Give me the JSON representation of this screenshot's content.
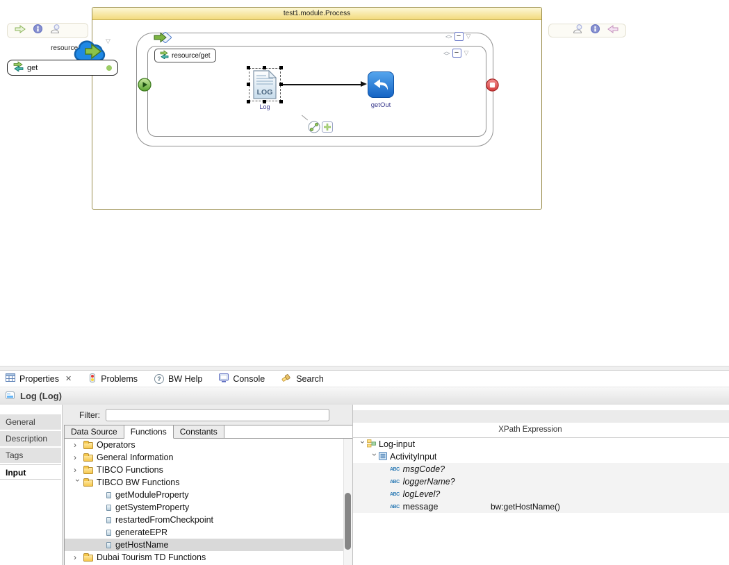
{
  "process_editor": {
    "title": "test1.module.Process",
    "resource_label": "resource",
    "component_label": "get",
    "scope_label": "resource/get",
    "log_icon_text": "LOG",
    "activities": {
      "log": "Log",
      "getout": "getOut"
    }
  },
  "view_tabs": {
    "properties": "Properties",
    "problems": "Problems",
    "bw_help": "BW Help",
    "console": "Console",
    "search": "Search"
  },
  "properties_view": {
    "header": "Log (Log)",
    "sidebar": [
      {
        "label": "General"
      },
      {
        "label": "Description"
      },
      {
        "label": "Tags"
      },
      {
        "label": "Input",
        "selected": true
      }
    ],
    "filter_label": "Filter:",
    "filter_value": "",
    "source_tabs": [
      {
        "label": "Data Source"
      },
      {
        "label": "Functions",
        "selected": true
      },
      {
        "label": "Constants"
      }
    ],
    "function_tree": [
      {
        "label": "Operators",
        "kind": "folder",
        "expanded": false
      },
      {
        "label": "General Information",
        "kind": "folder",
        "expanded": false
      },
      {
        "label": "TIBCO Functions",
        "kind": "folder",
        "expanded": false
      },
      {
        "label": "TIBCO BW Functions",
        "kind": "folder",
        "expanded": true
      },
      {
        "label": "getModuleProperty",
        "kind": "function"
      },
      {
        "label": "getSystemProperty",
        "kind": "function"
      },
      {
        "label": "restartedFromCheckpoint",
        "kind": "function"
      },
      {
        "label": "generateEPR",
        "kind": "function"
      },
      {
        "label": "getHostName",
        "kind": "function",
        "selected": true
      },
      {
        "label": "Dubai Tourism TD Functions",
        "kind": "folder",
        "expanded": false
      }
    ],
    "xpath": {
      "column_header": "XPath Expression",
      "rows": [
        {
          "label": "Log-input",
          "depth": 0,
          "expanded": true
        },
        {
          "label": "ActivityInput",
          "depth": 1,
          "expanded": true
        },
        {
          "label": "msgCode?",
          "depth": 2,
          "optional": true,
          "expression": ""
        },
        {
          "label": "loggerName?",
          "depth": 2,
          "optional": true,
          "expression": ""
        },
        {
          "label": "logLevel?",
          "depth": 2,
          "optional": true,
          "expression": ""
        },
        {
          "label": "message",
          "depth": 2,
          "optional": false,
          "expression": "bw:getHostName()"
        }
      ]
    }
  },
  "glyphs": {
    "collapse_minus": "−",
    "dropdown_triangle": "▽",
    "inline_marker": "<>",
    "close_tab": "✕",
    "help_qmark": "?",
    "abc_type": "ABC",
    "chevron": "›"
  },
  "colors": {
    "title_bar_yellow": "#F2DA7C",
    "start_node_green": "#6FBE44",
    "end_node_red": "#E05252",
    "getout_blue": "#1E78D7",
    "selected_row_gray": "#D9D9D9",
    "highlight_row_gray": "#F3F3F3"
  }
}
